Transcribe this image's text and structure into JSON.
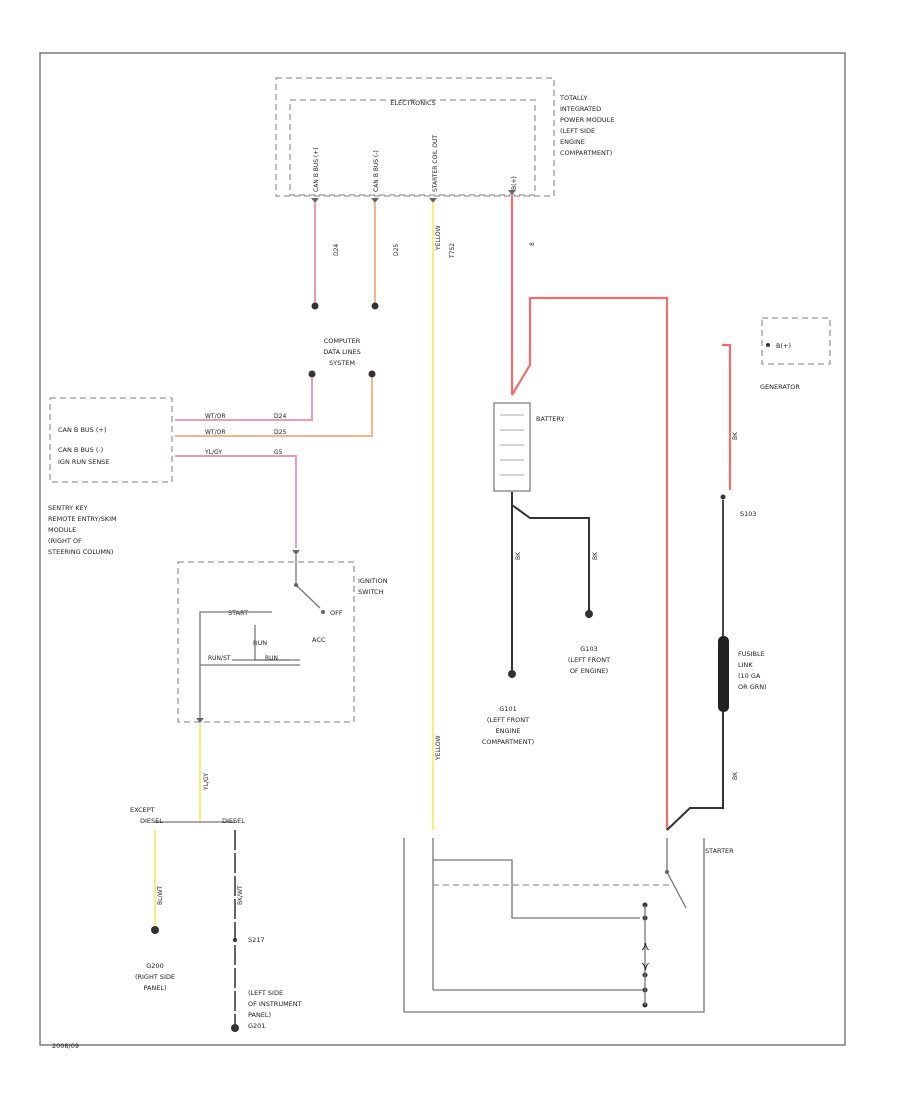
{
  "pcm": {
    "title": "ELECTRONICS",
    "desc": [
      "TOTALLY",
      "INTEGRATED",
      "POWER MODULE",
      "(LEFT SIDE",
      "ENGINE",
      "COMPARTMENT)"
    ],
    "pins": [
      "CAN B BUS (+)",
      "CAN B BUS (-)",
      "STARTER COIL OUT",
      "B(+)"
    ],
    "wire_codes": [
      "D24",
      "D25",
      "T752",
      "8"
    ]
  },
  "hub": {
    "label": [
      "COMPUTER",
      "DATA LINES",
      "SYSTEM"
    ]
  },
  "skim": {
    "pins": [
      "CAN B BUS (+)",
      "CAN B BUS (-)",
      "IGN RUN SENSE"
    ],
    "colors": [
      "WT/OR",
      "WT/OR",
      "YL/GY"
    ],
    "wire_codes": [
      "D24",
      "D25",
      "G5"
    ],
    "label": [
      "SENTRY KEY",
      "REMOTE ENTRY/SKIM",
      "MODULE",
      "(RIGHT OF",
      "STEERING COLUMN)"
    ]
  },
  "ignition": {
    "label": [
      "IGNITION",
      "SWITCH"
    ],
    "positions": [
      "START",
      "RUN",
      "OFF",
      "ACC"
    ],
    "contacts": [
      "RUN/ST",
      "RUN"
    ]
  },
  "battery": {
    "label": "BATTERY"
  },
  "generator": {
    "label": "GENERATOR",
    "pin": "B(+)"
  },
  "grounds": {
    "g101": [
      "G101",
      "(LEFT FRONT",
      "ENGINE",
      "COMPARTMENT)"
    ],
    "g103": [
      "G103",
      "(LEFT FRONT",
      "OF ENGINE)"
    ],
    "g200": [
      "G200",
      "(RIGHT SIDE",
      "PANEL)"
    ],
    "g201": [
      "(LEFT SIDE",
      "OF INSTRUMENT",
      "PANEL)",
      "G201"
    ]
  },
  "splices": {
    "s103": "S103",
    "s217": "S217"
  },
  "fusible_link": [
    "FUSIBLE",
    "LINK",
    "(10 GA",
    "OR GRN)"
  ],
  "starter": {
    "label": "STARTER"
  },
  "branches": {
    "left": [
      "EXCEPT",
      "DIESEL"
    ],
    "right": "DIESEL"
  },
  "wire_colors": {
    "starter_coil": "YELLOW",
    "ign_out": "YL/GY",
    "g200_wire": "BL/WT",
    "g201_wire": "BK/WT",
    "battery_neg": "BK",
    "ground_103": "BK",
    "gen_wire": "BK",
    "starter_feed": "BK"
  },
  "footer": "2008/09",
  "colors": {
    "red": "#f26d6d",
    "yellow": "#f0f080",
    "pink": "#e99bb8",
    "orange": "#f3b58a",
    "black": "#333333"
  }
}
